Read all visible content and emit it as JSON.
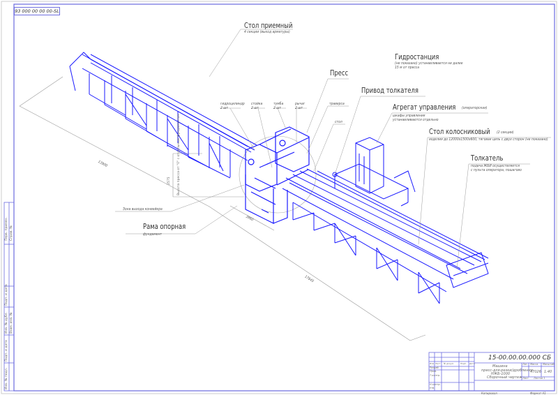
{
  "sheet": {
    "corner_code": "93 000 00 00 00-SL",
    "accent_color": "#1a1aff",
    "frame_color": "#6b6be0"
  },
  "callouts": {
    "stol_priemny": {
      "title": "Стол приемный",
      "note": "4 секции (выход арматуры)"
    },
    "gidrostanciya": {
      "title": "Гидростанция",
      "note1": "(не показано) устанавливается не далее",
      "note2": "15 м от пресса"
    },
    "press": {
      "title": "Пресс"
    },
    "privod": {
      "title": "Привод толкателя"
    },
    "agregat": {
      "title": "Агрегат управления",
      "suffix": "(операторская)",
      "note1": "шкафы управления",
      "note2": "устанавливаются отдельно"
    },
    "stol_kolosnik": {
      "title": "Стол колосниковый",
      "suffix": "(2 секции)",
      "note": "изделия до 12000х1500х600, тяговая цепь с двух сторон (не показано)"
    },
    "tolkatel": {
      "title": "Толкатель",
      "note1": "подача ЖБИ осуществляется",
      "note2": "с пульта оператора, пошагово"
    },
    "rama": {
      "title": "Рама опорная",
      "note": "фундамент"
    },
    "zona": {
      "title": "Зона выхода конвейера"
    },
    "parts": [
      {
        "name": "гидроцилиндр",
        "qty": "2 шт"
      },
      {
        "name": "стойка",
        "qty": "2 шт"
      },
      {
        "name": "тумба",
        "qty": "2 шт"
      },
      {
        "name": "рычаг",
        "qty": "2 шт"
      },
      {
        "name": "траверса",
        "qty": ""
      },
      {
        "name": "стол",
        "qty": ""
      }
    ],
    "press_height": "Высота пресса от \"0\" с отдельным фундаментом"
  },
  "dimensions": {
    "conveyor": "13900",
    "height": "2575",
    "frame": "3960",
    "total": "17845"
  },
  "title_block": {
    "designation": "15-00.00.00.000 СБ",
    "name1": "Машина",
    "name2": "пресс-для-резки/дробления",
    "name3": "НЖБ-1000",
    "name4": "Сборочный чертеж",
    "lit": "Лит.",
    "mass": "Масса",
    "scale": "Масштаб",
    "mass_value": "47026",
    "scale_value": "1:40",
    "sheet": "Лист",
    "sheets": "Листов 1",
    "izm": "Изм.",
    "list": "Лист",
    "doc": "№ докум.",
    "sign": "Подп.",
    "date": "Дата",
    "razrab": "Разраб.",
    "prov": "Пров.",
    "tkontr": "Т.контр.",
    "nkontr": "Н.контр.",
    "utv": "Утв.",
    "copied": "Копировал",
    "format": "Формат А1"
  },
  "side_stamp": {
    "perv": "Перв. примен.",
    "sprav": "Справ. №",
    "podp": "Подп. и дата",
    "inv_dubl": "Инв. № дубл.",
    "vzam": "Взам. инв. №",
    "podp2": "Подп. и дата",
    "inv_podl": "Инв. № подл."
  }
}
